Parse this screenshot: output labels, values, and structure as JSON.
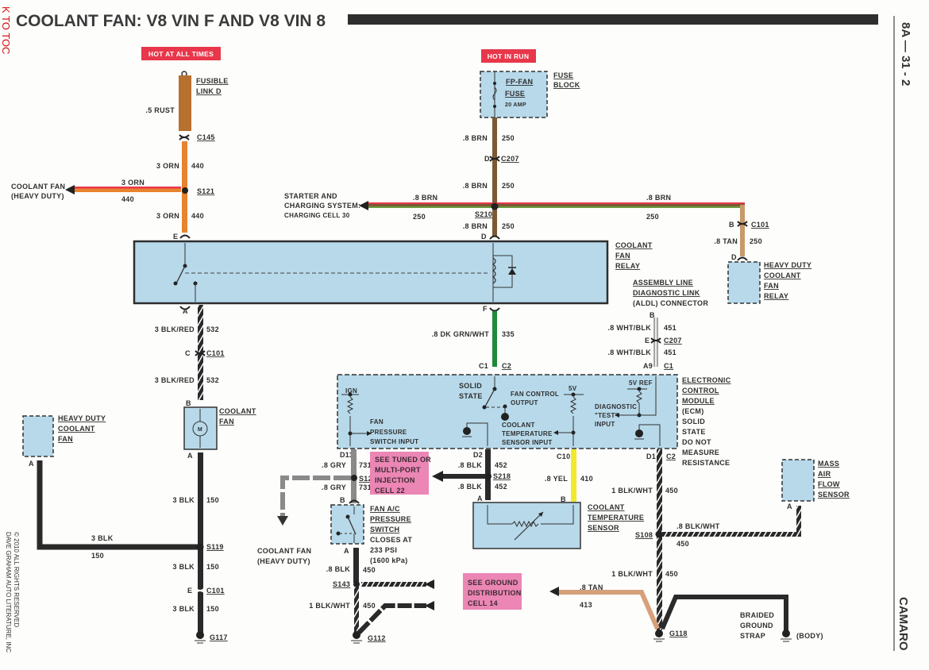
{
  "header": {
    "title": "COOLANT FAN: V8 VIN F AND V8 VIN 8",
    "toc_link": "K TO TOC",
    "page_number": "8A — 31 - 2",
    "vehicle": "CAMARO",
    "copyright_line1": "DAVE GRAHAM AUTO LITERATURE, INC",
    "copyright_line2": "© 2010 ALL RIGHTS RESERVED"
  },
  "power_badges": {
    "hot_at_all_times": "HOT AT ALL TIMES",
    "hot_in_run": "HOT IN RUN"
  },
  "colors": {
    "component_fill": "#b7d9ea",
    "badge_red": "#e8374a",
    "note_pink": "#ec86b4",
    "rust": "#b8702e",
    "orange": "#e8832e",
    "brown": "#7a5a35",
    "dark_green": "#1e8a3a",
    "yellow": "#f1ea2a",
    "gray": "#8a8a8a",
    "black": "#2a2a2a",
    "tan": "#d6a07a"
  },
  "components": {
    "fusible_link": [
      "FUSIBLE",
      "LINK D"
    ],
    "fuse_block": [
      "FUSE",
      "BLOCK"
    ],
    "fuse": {
      "name1": "FP-FAN",
      "name2": "FUSE",
      "rating": "20 AMP"
    },
    "coolant_fan_relay": [
      "COOLANT",
      "FAN",
      "RELAY"
    ],
    "hd_coolant_fan_relay": [
      "HEAVY DUTY",
      "COOLANT",
      "FAN",
      "RELAY"
    ],
    "aldl": [
      "ASSEMBLY LINE",
      "DIAGNOSTIC LINK",
      "(ALDL) CONNECTOR"
    ],
    "ecm": [
      "ELECTRONIC",
      "CONTROL",
      "MODULE",
      "(ECM)",
      "SOLID",
      "STATE",
      "DO NOT",
      "MEASURE",
      "RESISTANCE"
    ],
    "coolant_fan": [
      "COOLANT",
      "FAN"
    ],
    "motor": "M",
    "hd_coolant_fan": [
      "HEAVY DUTY",
      "COOLANT",
      "FAN"
    ],
    "fan_ac_switch": [
      "FAN A/C",
      "PRESSURE",
      "SWITCH",
      "CLOSES AT",
      "233 PSI",
      "(1600 kPa)"
    ],
    "coolant_temp_sensor": [
      "COOLANT",
      "TEMPERATURE",
      "SENSOR"
    ],
    "maf_sensor": [
      "MASS",
      "AIR",
      "FLOW",
      "SENSOR"
    ],
    "braided_strap": [
      "BRAIDED",
      "GROUND",
      "STRAP"
    ],
    "body": "(BODY)"
  },
  "ecm_internal": {
    "ign": "IGN",
    "fan_pressure": [
      "FAN",
      "PRESSURE",
      "SWITCH INPUT"
    ],
    "solid_state": [
      "SOLID",
      "STATE"
    ],
    "fan_control": [
      "FAN CONTROL",
      "OUTPUT"
    ],
    "coolant_input": [
      "COOLANT",
      "TEMPERATURE",
      "SENSOR INPUT"
    ],
    "five_v": "5V",
    "five_v_ref": "5V REF",
    "diag": [
      "DIAGNOSTIC",
      "\"TEST\"",
      "INPUT"
    ]
  },
  "notes": {
    "tuned_injection": [
      "SEE TUNED OR",
      "MULTI-PORT",
      "INJECTION",
      "CELL 22"
    ],
    "ground_dist": [
      "SEE GROUND",
      "DISTRIBUTION",
      "CELL 14"
    ],
    "coolant_fan_hd_left": [
      "COOLANT FAN",
      "(HEAVY DUTY)"
    ],
    "coolant_fan_hd_mid": [
      "COOLANT FAN",
      "(HEAVY DUTY)"
    ],
    "starter": [
      "STARTER AND",
      "CHARGING SYSTEM:",
      "CHARGING CELL 30"
    ]
  },
  "wires": {
    "rust": {
      "gauge": ".5 RUST"
    },
    "orn1": {
      "gauge": "3 ORN",
      "circuit": "440"
    },
    "orn_branch": {
      "gauge": "3 ORN",
      "circuit": "440"
    },
    "orn2": {
      "gauge": "3 ORN",
      "circuit": "440"
    },
    "brn1": {
      "gauge": ".8 BRN",
      "circuit": "250"
    },
    "brn2": {
      "gauge": ".8 BRN",
      "circuit": "250"
    },
    "brn_left": {
      "gauge": ".8 BRN",
      "circuit": "250"
    },
    "brn_right": {
      "gauge": ".8 BRN",
      "circuit": "250"
    },
    "brn3": {
      "gauge": ".8 BRN",
      "circuit": "250"
    },
    "tan1": {
      "gauge": ".8 TAN",
      "circuit": "250"
    },
    "blkred1": {
      "gauge": "3 BLK/RED",
      "circuit": "532"
    },
    "blkred2": {
      "gauge": "3 BLK/RED",
      "circuit": "532"
    },
    "dkgrn": {
      "gauge": ".8 DK GRN/WHT",
      "circuit": "335"
    },
    "whtblk1": {
      "gauge": ".8 WHT/BLK",
      "circuit": "451"
    },
    "whtblk2": {
      "gauge": ".8 WHT/BLK",
      "circuit": "451"
    },
    "gry1": {
      "gauge": ".8 GRY",
      "circuit": "731"
    },
    "gry2": {
      "gauge": ".8 GRY",
      "circuit": "731"
    },
    "blk452a": {
      "gauge": ".8 BLK",
      "circuit": "452"
    },
    "blk452b": {
      "gauge": ".8 BLK",
      "circuit": "452"
    },
    "yel": {
      "gauge": ".8 YEL",
      "circuit": "410"
    },
    "blkwht1": {
      "gauge": "1 BLK/WHT",
      "circuit": "450"
    },
    "blkwht_maf": {
      "gauge": ".8 BLK/WHT",
      "circuit": "450"
    },
    "blkwht2": {
      "gauge": "1 BLK/WHT",
      "circuit": "450"
    },
    "blk150a": {
      "gauge": "3 BLK",
      "circuit": "150"
    },
    "blk150h": {
      "gauge": "3 BLK",
      "circuit": "150"
    },
    "blk150b": {
      "gauge": "3 BLK",
      "circuit": "150"
    },
    "blk150c": {
      "gauge": "3 BLK",
      "circuit": "150"
    },
    "blk450": {
      "gauge": ".8 BLK",
      "circuit": "450"
    },
    "blkwht3": {
      "gauge": "1 BLK/WHT",
      "circuit": "450"
    },
    "tan413": {
      "gauge": ".8 TAN",
      "circuit": "413"
    }
  },
  "connectors": {
    "c145": "C145",
    "s121": "S121",
    "c207a": "C207",
    "s210": "S210",
    "c101a": "C101",
    "c101b": "C101",
    "c207b": "C207",
    "c1_aldl": "C1",
    "c2_ecm": "C2",
    "c2_d1": "C2",
    "s122": "S122",
    "s218": "S218",
    "s108": "S108",
    "s119": "S119",
    "s143": "S143",
    "c101c": "C101",
    "g117": "G117",
    "g112": "G112",
    "g118": "G118"
  },
  "pins": {
    "E": "E",
    "D": "D",
    "A": "A",
    "F": "F",
    "B": "B",
    "C": "C",
    "C1": "C1",
    "A9": "A9",
    "D11": "D11",
    "D2": "D2",
    "C10": "C10",
    "D1": "D1"
  }
}
